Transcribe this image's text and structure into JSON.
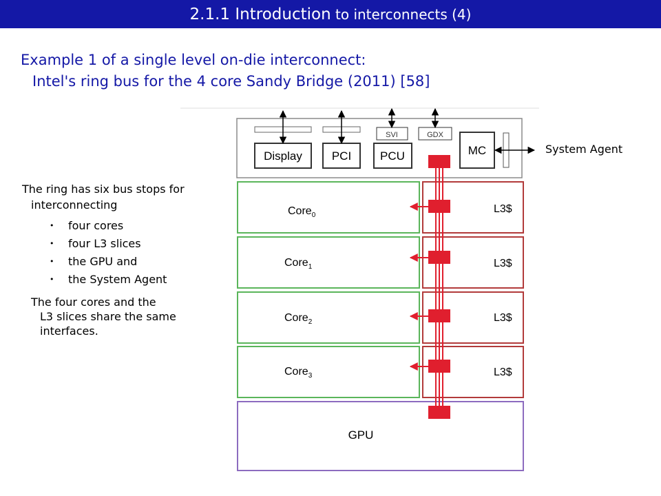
{
  "header": {
    "title_main": "2.1.1 Introduction",
    "title_rest": " to interconnects (4)",
    "bg_color": "#1418a6"
  },
  "subtitle": {
    "line1": "Example 1 of a single level on-die interconnect:",
    "line2": "Intel's ring bus for the 4 core Sandy Bridge (2011) [58]"
  },
  "body": {
    "ring_line1": "The ring has six bus stops for",
    "ring_line2": "interconnecting",
    "bullets": [
      "four cores",
      "four L3 slices",
      "the GPU and",
      "the System Agent"
    ],
    "share_line1": "The four cores and the",
    "share_line2": "L3 slices share the same",
    "share_line3": "interfaces."
  },
  "diagram": {
    "system_agent_label": "System Agent",
    "display": "Display",
    "pci": "PCI",
    "pcu": "PCU",
    "svi": "SVI",
    "gdx": "GDX",
    "mc": "MC",
    "cores": [
      {
        "name": "Core",
        "sub": "0",
        "cache": "L3$"
      },
      {
        "name": "Core",
        "sub": "1",
        "cache": "L3$"
      },
      {
        "name": "Core",
        "sub": "2",
        "cache": "L3$"
      },
      {
        "name": "Core",
        "sub": "3",
        "cache": "L3$"
      }
    ],
    "gpu": "GPU",
    "colors": {
      "core": "#5ab55a",
      "cache": "#b23a3a",
      "gpu": "#8c6bbf",
      "ring": "#e01f2e",
      "gray": "#777777"
    }
  }
}
